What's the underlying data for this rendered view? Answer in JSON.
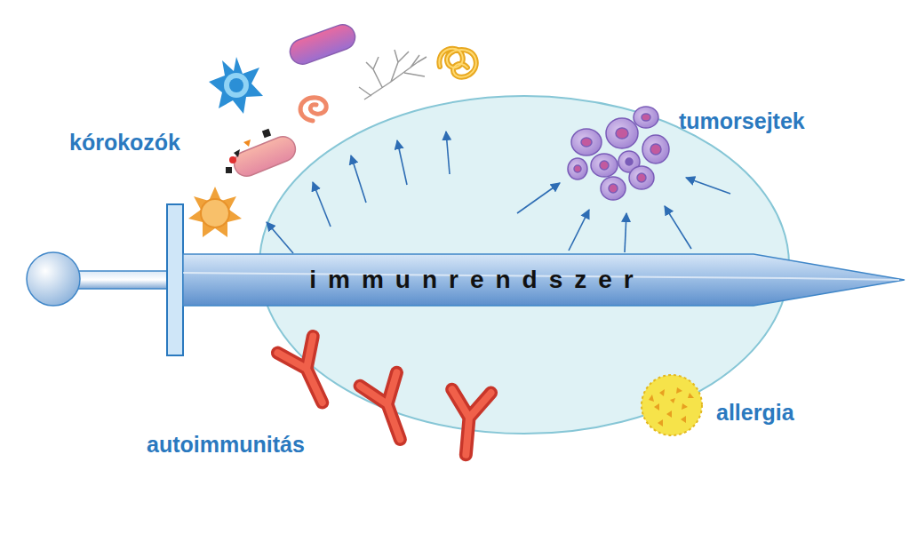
{
  "diagram": {
    "nodes": [
      {
        "text": [
          "immunrendszer"
        ]
      }
    ],
    "labels": [
      "kórokozók",
      "tumorsejtek",
      "autoimmunitás",
      "allergia"
    ]
  }
}
